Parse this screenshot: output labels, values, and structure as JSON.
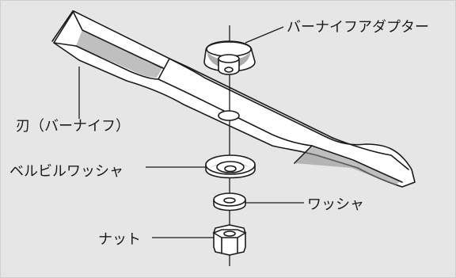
{
  "labels": {
    "blade": "刃（バーナイフ）",
    "adapter": "バーナイフアダプター",
    "belleville_washer": "ベルビルワッシャ",
    "washer": "ワッシャ",
    "nut": "ナット"
  },
  "colors": {
    "background": "#e6e6e6",
    "line": "#1b1b1b",
    "part_fill": "#ffffff",
    "shade": "#8a8a8a"
  }
}
